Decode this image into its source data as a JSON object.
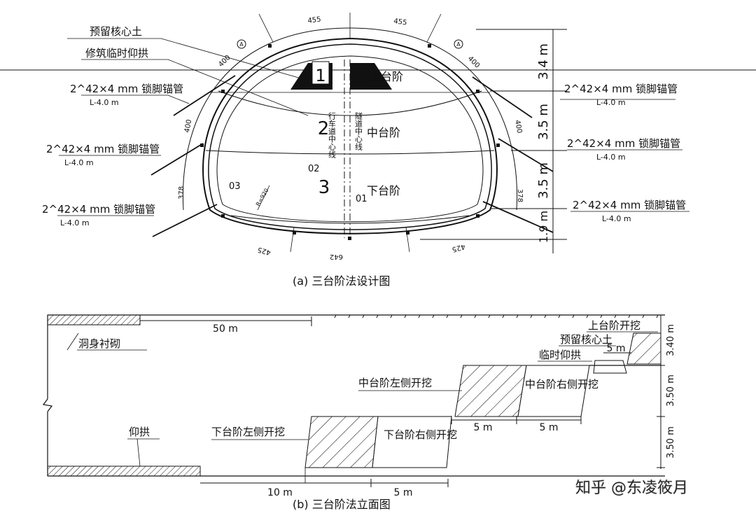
{
  "top": {
    "caption": "(a)  三台阶法设计图",
    "labels": {
      "core_soil": "预留核心土",
      "temp_invert": "修筑临时仰拱",
      "upper_bench": "上台阶",
      "middle_bench": "中台阶",
      "lower_bench": "下台阶",
      "num1": "1",
      "num2": "2",
      "num3": "3",
      "lane_center": "行车道中心线",
      "tunnel_center": "隧道中心线",
      "p01": "01",
      "p02": "02",
      "p03": "03",
      "radius": "R=920",
      "anchor_a": "A"
    },
    "anchor_pipes": [
      {
        "spec": "2^42×4 mm 锁脚锚管",
        "length": "L-4.0 m"
      },
      {
        "spec": "2^42×4 mm 锁脚锚管",
        "length": "L-4.0 m"
      },
      {
        "spec": "2^42×4 mm 锁脚锚管",
        "length": "L-4.0 m"
      },
      {
        "spec": "2^42×4 mm 锁脚锚管",
        "length": "L-4.0 m"
      },
      {
        "spec": "2^42×4 mm 锁脚锚管",
        "length": "L-4.0 m"
      },
      {
        "spec": "2^42×4 mm 锁脚锚管",
        "length": "L-4.0 m"
      }
    ],
    "dimensions": {
      "arc_top_left": "455",
      "arc_top_right": "455",
      "arc_upper_left": "400",
      "arc_upper_right": "400",
      "side_left_upper": "400",
      "side_right_upper": "400",
      "side_left_lower": "378",
      "side_right_lower": "378",
      "bottom_left": "425",
      "bottom_right": "425",
      "bottom_center": "642",
      "h_upper": "3.4 m",
      "h_middle": "3.5 m",
      "h_lower": "3.5 m",
      "h_invert": "1.9 m"
    }
  },
  "bottom": {
    "caption": "(b)  三台阶法立面图",
    "labels": {
      "lining": "洞身衬砌",
      "invert": "仰拱",
      "upper_excavation": "上台阶开挖",
      "core_soil": "预留核心土",
      "temp_invert": "临时仰拱",
      "mid_left": "中台阶左侧开挖",
      "mid_right": "中台阶右侧开挖",
      "low_left": "下台阶左侧开挖",
      "low_right": "下台阶右侧开挖"
    },
    "dimensions": {
      "d50": "50 m",
      "d5_core": "5 m",
      "d5_mid_a": "5 m",
      "d5_mid_b": "5 m",
      "d10": "10 m",
      "d5_low": "5 m",
      "h340": "3.40 m",
      "h350a": "3.50 m",
      "h350b": "3.50 m"
    }
  },
  "watermark": "知乎 @东凌筱月"
}
